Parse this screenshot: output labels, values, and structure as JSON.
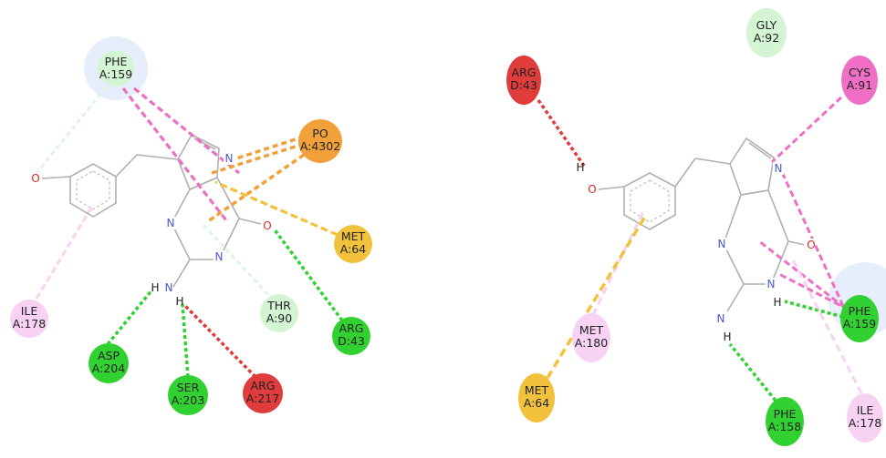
{
  "colors": {
    "green_strong": "#32d132",
    "green_light": "#d3f5d3",
    "red": "#e03c3c",
    "orange": "#f2a13a",
    "yellow": "#f2c23c",
    "pink_strong": "#ee6fc4",
    "pink_light": "#f7d2f2",
    "bond": "#b0b0b0",
    "N": "#4a5ad0",
    "O": "#d62a2a"
  },
  "left": {
    "atoms": {
      "o": "O",
      "n": "N",
      "h": "H"
    },
    "residues": [
      {
        "key": "phe159",
        "name": "PHE",
        "id": "A:159"
      },
      {
        "key": "po4302",
        "name": "PO",
        "id": "A:4302"
      },
      {
        "key": "met64",
        "name": "MET",
        "id": "A:64"
      },
      {
        "key": "thr90",
        "name": "THR",
        "id": "A:90"
      },
      {
        "key": "argd43",
        "name": "ARG",
        "id": "D:43"
      },
      {
        "key": "ile178",
        "name": "ILE",
        "id": "A:178"
      },
      {
        "key": "asp204",
        "name": "ASP",
        "id": "A:204"
      },
      {
        "key": "ser203",
        "name": "SER",
        "id": "A:203"
      },
      {
        "key": "arg217",
        "name": "ARG",
        "id": "A:217"
      }
    ]
  },
  "right": {
    "atoms": {
      "o": "O",
      "n": "N",
      "h": "H"
    },
    "residues": [
      {
        "key": "argd43",
        "name": "ARG",
        "id": "D:43"
      },
      {
        "key": "gly92",
        "name": "GLY",
        "id": "A:92"
      },
      {
        "key": "cys91",
        "name": "CYS",
        "id": "A:91"
      },
      {
        "key": "phe159",
        "name": "PHE",
        "id": "A:159"
      },
      {
        "key": "met180",
        "name": "MET",
        "id": "A:180"
      },
      {
        "key": "met64",
        "name": "MET",
        "id": "A:64"
      },
      {
        "key": "phe158",
        "name": "PHE",
        "id": "A:158"
      },
      {
        "key": "ile178",
        "name": "ILE",
        "id": "A:178"
      }
    ]
  }
}
